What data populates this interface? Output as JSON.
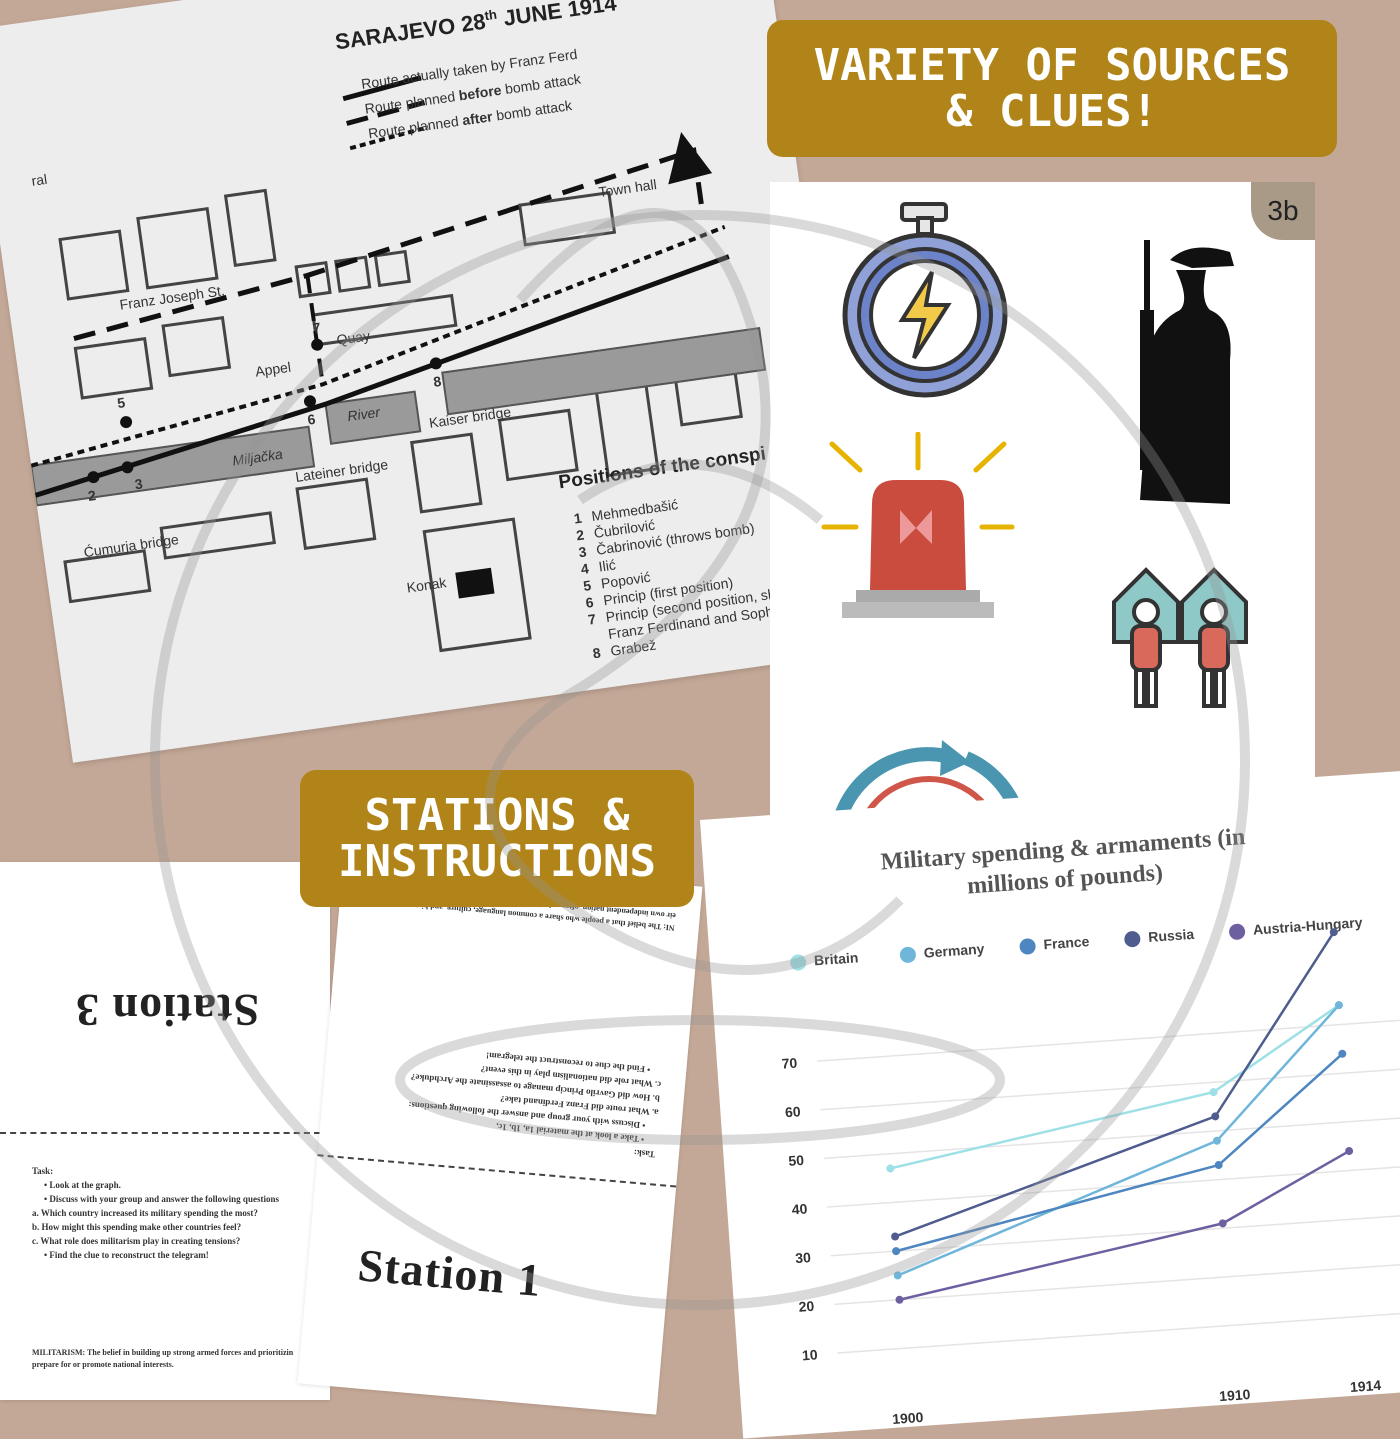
{
  "map": {
    "title": "SARAJEVO 28",
    "title_sup": "th",
    "title_end": " JUNE 1914",
    "legend": [
      {
        "pre": "Route actually taken by Franz Ferd",
        "bold": "",
        "post": ""
      },
      {
        "pre": "Route planned ",
        "bold": "before",
        "post": " bomb attack"
      },
      {
        "pre": "Route planned ",
        "bold": "after",
        "post": " bomb attack"
      }
    ],
    "labels": {
      "franz_joseph": "Franz Joseph St.",
      "town_hall": "Town hall",
      "appel": "Appel",
      "quay": "Quay",
      "river": "River",
      "miljacka": "Miljačka",
      "lateiner": "Lateiner bridge",
      "kaiser": "Kaiser bridge",
      "cumurja": "Ćumurja bridge",
      "konak": "Konak",
      "ral": "ral"
    },
    "markers": [
      "2",
      "3",
      "5",
      "6",
      "7",
      "8"
    ],
    "conspirators_title": "Positions of the conspi",
    "conspirators": [
      {
        "n": "1",
        "name": "Mehmedbašić"
      },
      {
        "n": "2",
        "name": "Čubrilović"
      },
      {
        "n": "3",
        "name": "Čabrinović (throws bomb)"
      },
      {
        "n": "4",
        "name": "Ilić"
      },
      {
        "n": "5",
        "name": "Popović"
      },
      {
        "n": "6",
        "name": "Princip (first position)"
      },
      {
        "n": "7",
        "name": "Princip (second position, shoots"
      },
      {
        "n": "",
        "name": "Franz Ferdinand and Sophie.)"
      },
      {
        "n": "8",
        "name": "Grabež"
      }
    ]
  },
  "banners": {
    "sources_line1": "VARIETY OF SOURCES",
    "sources_line2": "& CLUES!",
    "stations_line1": "STATIONS &",
    "stations_line2": "INSTRUCTIONS"
  },
  "icon_card": {
    "badge": "3b",
    "icons": [
      "stopwatch-lightning-icon",
      "soldier-silhouette-icon",
      "alarm-siren-icon",
      "people-houses-icon",
      "globe-cycle-icon"
    ]
  },
  "station3": {
    "title": "Station 3",
    "task_label": "Task:",
    "lines": [
      "• Look at the graph.",
      "• Discuss with your group and answer the following questions",
      "a. Which country increased its military spending the most?",
      "b. How might this spending make other countries feel?",
      "c. What role does militarism play in creating tensions?",
      "• Find the clue to reconstruct the telegram!"
    ],
    "definition_line1": "MILITARISM: The belief in building up strong armed forces and prioritizin",
    "definition_line2": "prepare for or promote national interests."
  },
  "station1": {
    "title": "Station 1",
    "task_label": "Task:",
    "lines": [
      "• Take a look at the material 1a, 1b, 1c,",
      "• Discuss with your group and answer the following questions:",
      "a. What route did Franz Ferdinand take?",
      "b. How did Gavrilo Princip manage to assassinate the Archduke?",
      "c. What role did nationalism play in this event?",
      "• Find the clue to reconstruct the telegram!"
    ],
    "definition_line1": "NI: The belief that a people who share a common language, culture, and history",
    "definition_line2": "eir own independent nation, often prioritizing national interests above others."
  },
  "chart_data": {
    "type": "line",
    "title": "Military spending & armaments (in millions of pounds)",
    "xlabel": "",
    "ylabel": "",
    "x": [
      1900,
      1910,
      1914
    ],
    "ylim": [
      0,
      80
    ],
    "yticks": [
      10,
      20,
      30,
      40,
      50,
      60,
      70
    ],
    "legend_position": "top",
    "grid": true,
    "series": [
      {
        "name": "Britain",
        "color": "#9de0e6",
        "values": [
          47,
          58,
          74
        ]
      },
      {
        "name": "Germany",
        "color": "#6fb6da",
        "values": [
          25,
          48,
          74
        ]
      },
      {
        "name": "France",
        "color": "#4d86c0",
        "values": [
          30,
          43,
          64
        ]
      },
      {
        "name": "Russia",
        "color": "#4f5d8e",
        "values": [
          33,
          53,
          89
        ]
      },
      {
        "name": "Austria-Hungary",
        "color": "#6e5fa0",
        "values": [
          20,
          31,
          44
        ]
      }
    ]
  }
}
